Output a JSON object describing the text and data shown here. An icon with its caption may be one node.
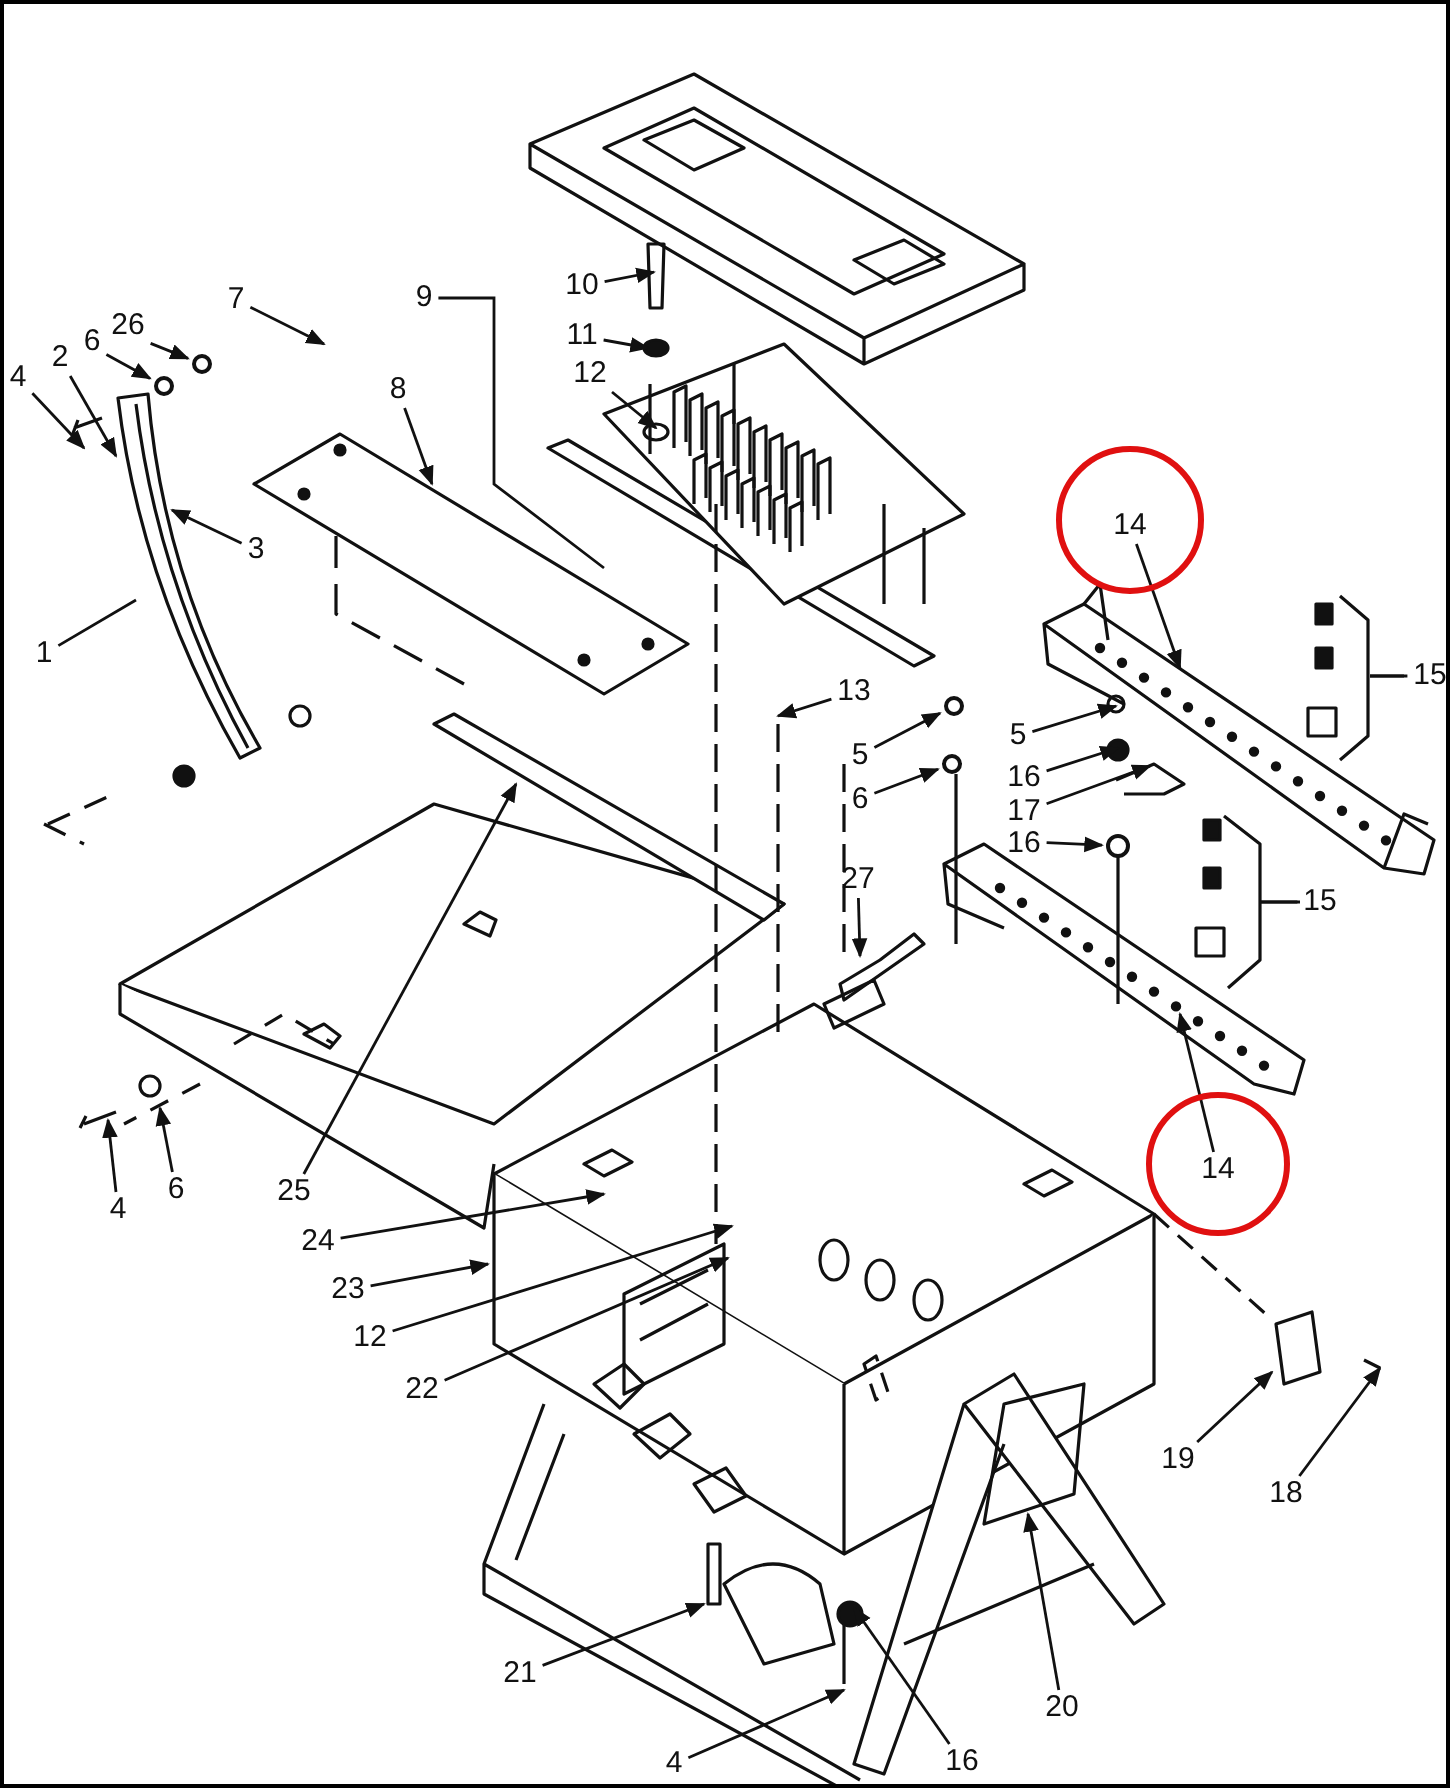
{
  "diagram": {
    "nodes": [
      {
        "text": [
          "1"
        ]
      },
      {
        "text": [
          "2"
        ]
      },
      {
        "text": [
          "6"
        ]
      },
      {
        "text": [
          "26"
        ]
      },
      {
        "text": [
          "4"
        ]
      },
      {
        "text": [
          "3"
        ]
      },
      {
        "text": [
          "7"
        ]
      },
      {
        "text": [
          "8"
        ]
      },
      {
        "text": [
          "9"
        ]
      },
      {
        "text": [
          "10"
        ]
      },
      {
        "text": [
          "11"
        ]
      },
      {
        "text": [
          "12"
        ]
      },
      {
        "text": [],
        "shape": "circle"
      },
      {
        "text": [
          "14"
        ],
        "in": 12
      },
      {
        "text": [
          "13"
        ]
      },
      {
        "text": [
          "5"
        ]
      },
      {
        "text": [
          "6"
        ]
      },
      {
        "text": [
          "5"
        ]
      },
      {
        "text": [
          "16"
        ]
      },
      {
        "text": [
          "17"
        ]
      },
      {
        "text": [
          "16"
        ]
      },
      {
        "text": [
          "15"
        ]
      },
      {
        "text": [
          "15"
        ]
      },
      {
        "text": [
          "27"
        ]
      },
      {
        "text": [],
        "shape": "circle"
      },
      {
        "text": [
          "14"
        ],
        "in": 24
      },
      {
        "text": [
          "25"
        ]
      },
      {
        "text": [
          "4"
        ]
      },
      {
        "text": [
          "6"
        ]
      },
      {
        "text": [
          "24"
        ]
      },
      {
        "text": [
          "23"
        ]
      },
      {
        "text": [
          "12"
        ]
      },
      {
        "text": [
          "22"
        ]
      },
      {
        "text": [
          "21"
        ]
      },
      {
        "text": [
          "4"
        ]
      },
      {
        "text": [
          "16"
        ]
      },
      {
        "text": [
          "20"
        ]
      },
      {
        "text": [
          "19"
        ]
      },
      {
        "text": [
          "18"
        ]
      },
      {
        "text": [],
        "shape": "circle"
      },
      {
        "text": [],
        "shape": "circle"
      },
      {
        "text": [],
        "shape": "circle"
      },
      {
        "text": [],
        "shape": "circle"
      },
      {
        "text": [],
        "shape": "circle"
      }
    ],
    "edges": [
      {
        "from": 0,
        "to": null,
        "arrow": "none"
      },
      {
        "from": 1,
        "to": null,
        "arrow": "to"
      },
      {
        "from": 2,
        "to": 39,
        "arrow": "to"
      },
      {
        "from": 3,
        "to": 43,
        "arrow": "to"
      },
      {
        "from": 4,
        "to": null,
        "arrow": "to"
      },
      {
        "from": 5,
        "to": null,
        "arrow": "to"
      },
      {
        "from": 6,
        "to": null,
        "arrow": "to"
      },
      {
        "from": 7,
        "to": null,
        "arrow": "to"
      },
      {
        "from": 8,
        "to": null,
        "arrow": "none"
      },
      {
        "from": 9,
        "to": null,
        "arrow": "to"
      },
      {
        "from": 10,
        "to": null,
        "arrow": "to"
      },
      {
        "from": 11,
        "to": null,
        "arrow": "to"
      },
      {
        "from": 13,
        "to": null,
        "arrow": "to"
      },
      {
        "from": 14,
        "to": null,
        "arrow": "to"
      },
      {
        "from": 15,
        "to": 40,
        "arrow": "to"
      },
      {
        "from": 16,
        "to": 41,
        "arrow": "to"
      },
      {
        "from": 17,
        "to": null,
        "arrow": "to"
      },
      {
        "from": 18,
        "to": null,
        "arrow": "to"
      },
      {
        "from": 19,
        "to": null,
        "arrow": "to"
      },
      {
        "from": 20,
        "to": 42,
        "arrow": "to"
      },
      {
        "from": 21,
        "to": null,
        "arrow": "none"
      },
      {
        "from": 22,
        "to": null,
        "arrow": "none"
      },
      {
        "from": 23,
        "to": null,
        "arrow": "to"
      },
      {
        "from": 25,
        "to": null,
        "arrow": "to"
      },
      {
        "from": 26,
        "to": null,
        "arrow": "to"
      },
      {
        "from": 27,
        "to": null,
        "arrow": "to"
      },
      {
        "from": 28,
        "to": null,
        "arrow": "to"
      },
      {
        "from": 29,
        "to": null,
        "arrow": "to"
      },
      {
        "from": 30,
        "to": null,
        "arrow": "to"
      },
      {
        "from": 31,
        "to": null,
        "arrow": "to"
      },
      {
        "from": 32,
        "to": null,
        "arrow": "to"
      },
      {
        "from": 33,
        "to": null,
        "arrow": "to"
      },
      {
        "from": 34,
        "to": null,
        "arrow": "to"
      },
      {
        "from": 35,
        "to": null,
        "arrow": "to"
      },
      {
        "from": 36,
        "to": null,
        "arrow": "to"
      },
      {
        "from": 37,
        "to": null,
        "arrow": "to"
      },
      {
        "from": 38,
        "to": null,
        "arrow": "to"
      }
    ]
  }
}
